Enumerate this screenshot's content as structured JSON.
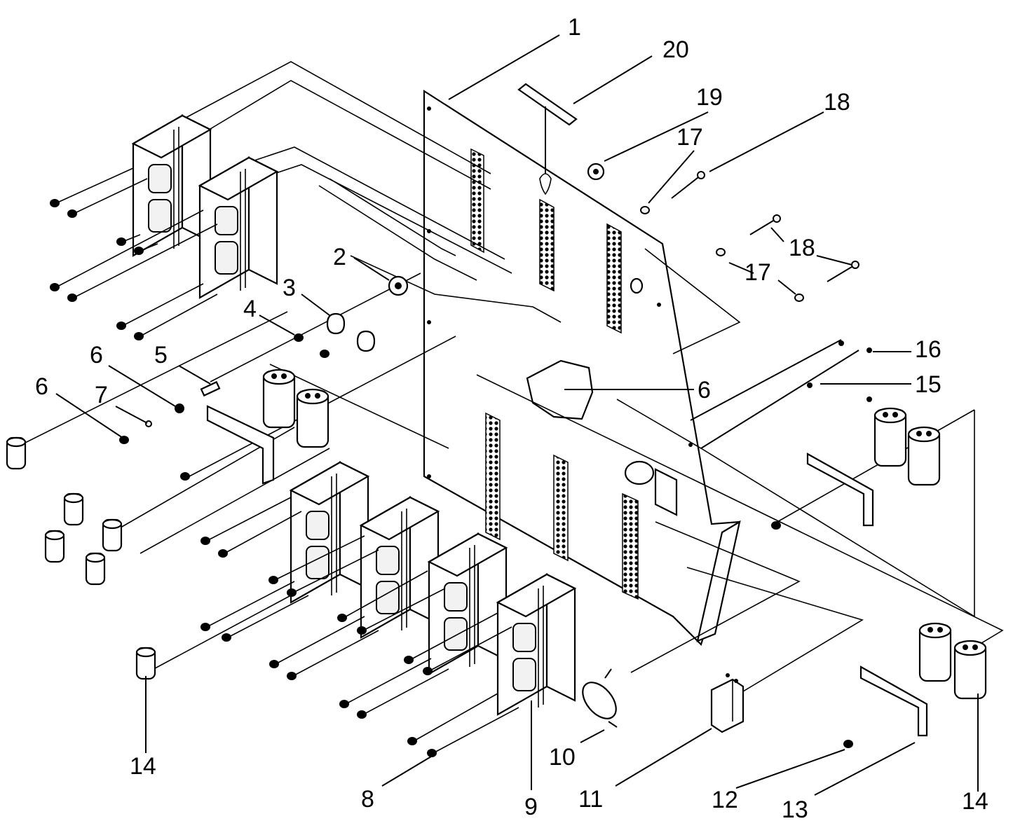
{
  "callouts": [
    {
      "id": "c1",
      "text": "1"
    },
    {
      "id": "c2",
      "text": "2"
    },
    {
      "id": "c3",
      "text": "3"
    },
    {
      "id": "c4",
      "text": "4"
    },
    {
      "id": "c5",
      "text": "5"
    },
    {
      "id": "c6a",
      "text": "6"
    },
    {
      "id": "c6b",
      "text": "6"
    },
    {
      "id": "c6c",
      "text": "6"
    },
    {
      "id": "c7",
      "text": "7"
    },
    {
      "id": "c8",
      "text": "8"
    },
    {
      "id": "c9",
      "text": "9"
    },
    {
      "id": "c10",
      "text": "10"
    },
    {
      "id": "c11",
      "text": "11"
    },
    {
      "id": "c12",
      "text": "12"
    },
    {
      "id": "c13",
      "text": "13"
    },
    {
      "id": "c14a",
      "text": "14"
    },
    {
      "id": "c14b",
      "text": "14"
    },
    {
      "id": "c15",
      "text": "15"
    },
    {
      "id": "c16",
      "text": "16"
    },
    {
      "id": "c17a",
      "text": "17"
    },
    {
      "id": "c17b",
      "text": "17"
    },
    {
      "id": "c18a",
      "text": "18"
    },
    {
      "id": "c18b",
      "text": "18"
    },
    {
      "id": "c19",
      "text": "19"
    },
    {
      "id": "c20",
      "text": "20"
    }
  ]
}
